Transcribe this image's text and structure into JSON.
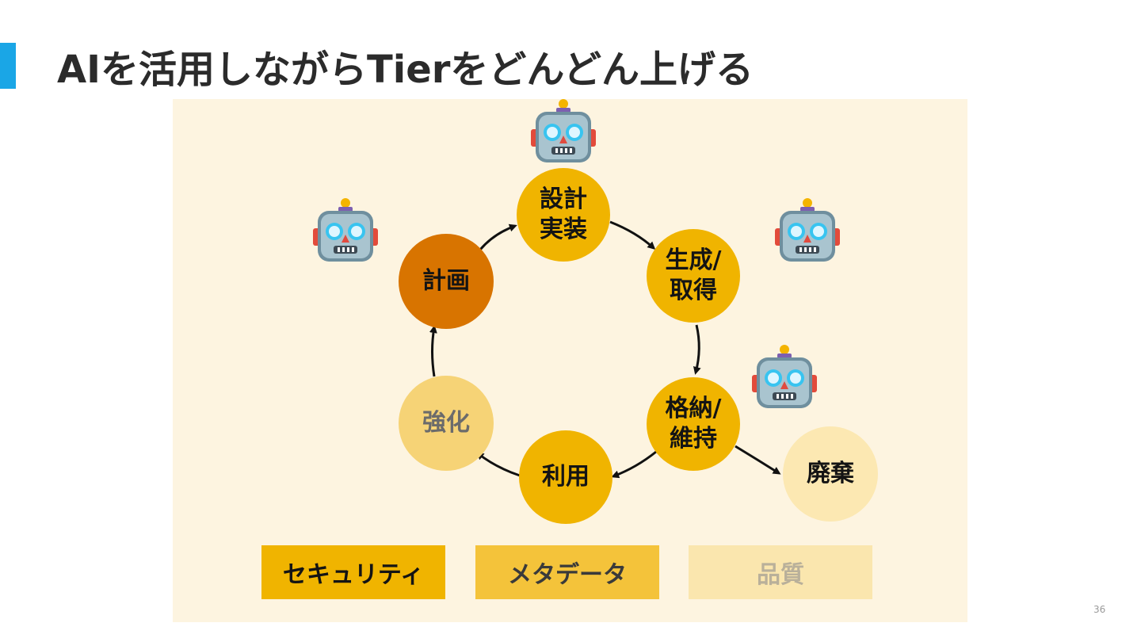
{
  "slide": {
    "title": "AIを活用しながらTierをどんどん上げる",
    "page_number": "36",
    "accent_color": "#1aa6e6",
    "panel_background": "#fdf4e0"
  },
  "cycle": {
    "nodes": [
      {
        "id": "design",
        "label": "設計\n実装",
        "color": "#f0b400",
        "text_color": "#141414"
      },
      {
        "id": "generate",
        "label": "生成/\n取得",
        "color": "#f0b400",
        "text_color": "#141414"
      },
      {
        "id": "store",
        "label": "格納/\n維持",
        "color": "#f0b400",
        "text_color": "#141414"
      },
      {
        "id": "use",
        "label": "利用",
        "color": "#f0b400",
        "text_color": "#141414"
      },
      {
        "id": "enhance",
        "label": "強化",
        "color": "#f6d376",
        "text_color": "#6b6b6b"
      },
      {
        "id": "plan",
        "label": "計画",
        "color": "#d87400",
        "text_color": "#141414"
      },
      {
        "id": "dispose",
        "label": "廃棄",
        "color": "#fce8b2",
        "text_color": "#141414"
      }
    ],
    "arrows": [
      {
        "from": "plan",
        "to": "design"
      },
      {
        "from": "design",
        "to": "generate"
      },
      {
        "from": "generate",
        "to": "store"
      },
      {
        "from": "store",
        "to": "use"
      },
      {
        "from": "use",
        "to": "enhance"
      },
      {
        "from": "enhance",
        "to": "plan"
      },
      {
        "from": "store",
        "to": "dispose"
      }
    ],
    "robot_icon": "robot-face-icon"
  },
  "tags": [
    {
      "label": "セキュリティ",
      "color": "#f0b400",
      "text_color": "#141414"
    },
    {
      "label": "メタデータ",
      "color": "#f4c33a",
      "text_color": "#3a3a3a"
    },
    {
      "label": "品質",
      "color": "#fae6ae",
      "text_color": "#b9b09a"
    }
  ]
}
